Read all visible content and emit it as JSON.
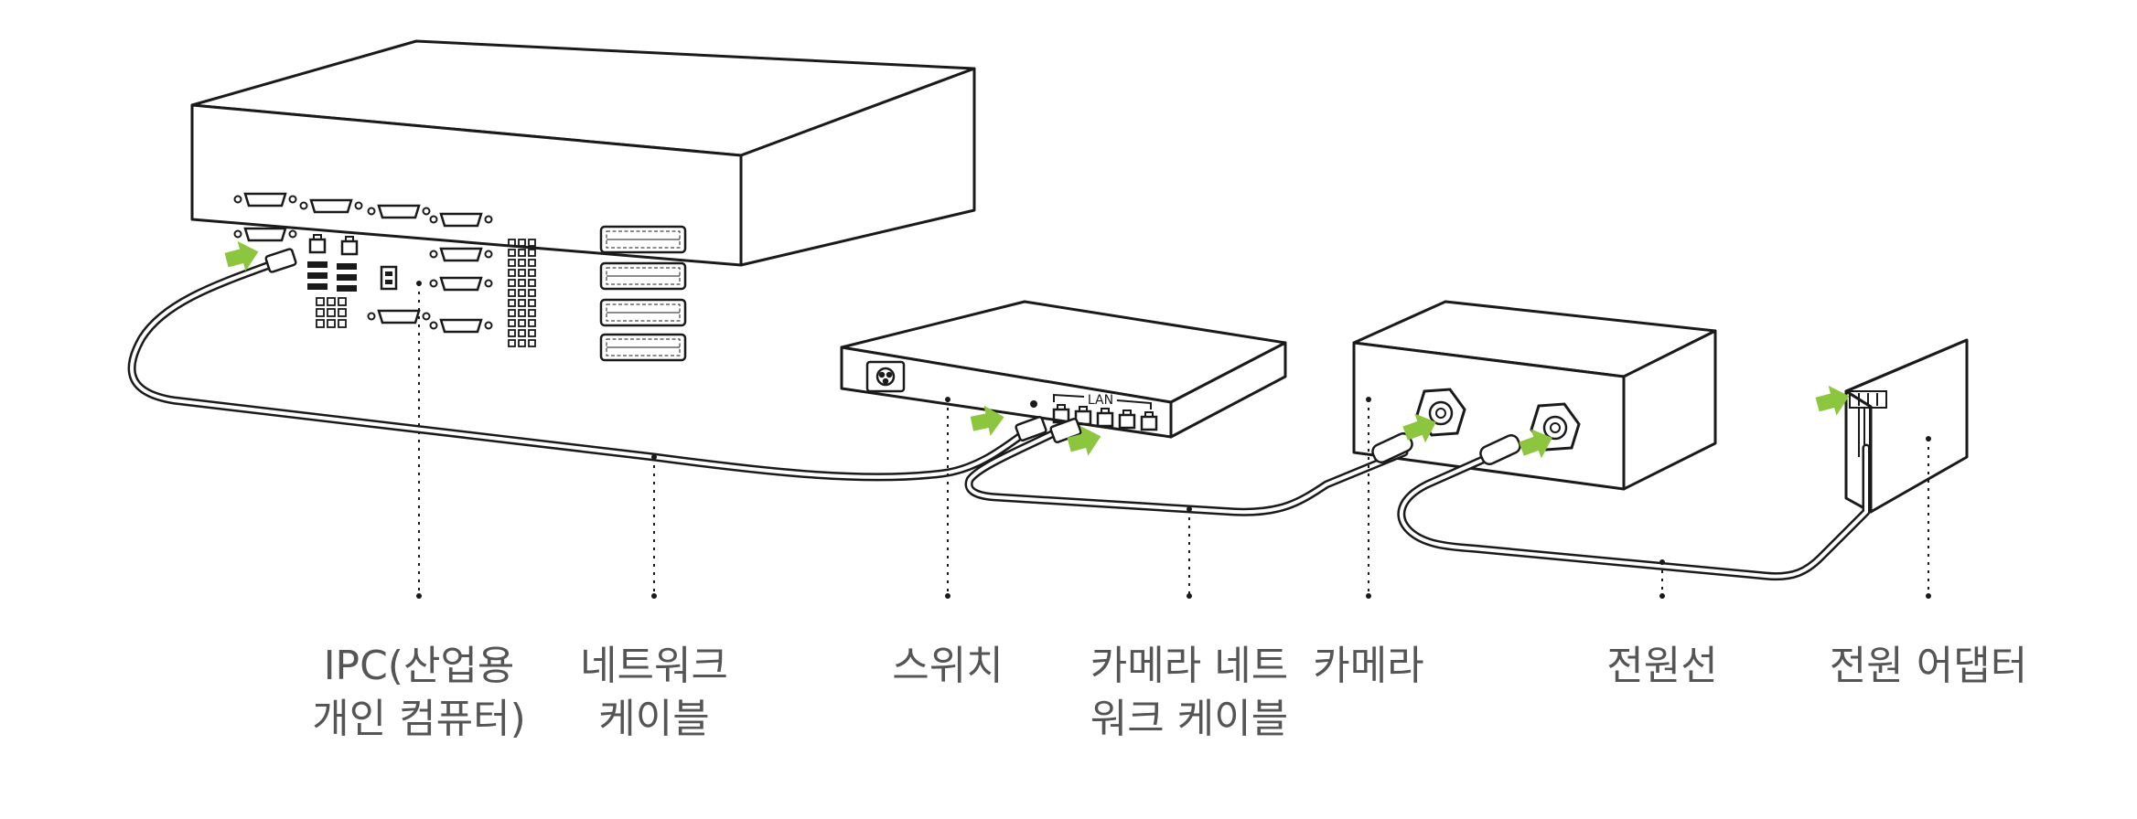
{
  "colors": {
    "line": "#1a1a1a",
    "arrow": "#8cc63f",
    "label": "#555555",
    "background": "#ffffff"
  },
  "components": {
    "ipc": {
      "lines": [
        "IPC(산업용",
        "개인 컴퓨터)"
      ]
    },
    "network_cable": {
      "lines": [
        "네트워크",
        "케이블"
      ]
    },
    "switch": {
      "lines": [
        "스위치"
      ],
      "port_label": "LAN"
    },
    "camera_network_cable": {
      "lines": [
        "카메라 네트",
        "워크 케이블"
      ]
    },
    "camera": {
      "lines": [
        "카메라"
      ]
    },
    "power_cable": {
      "lines": [
        "전원선"
      ]
    },
    "power_adapter": {
      "lines": [
        "전원 어댑터"
      ]
    }
  }
}
